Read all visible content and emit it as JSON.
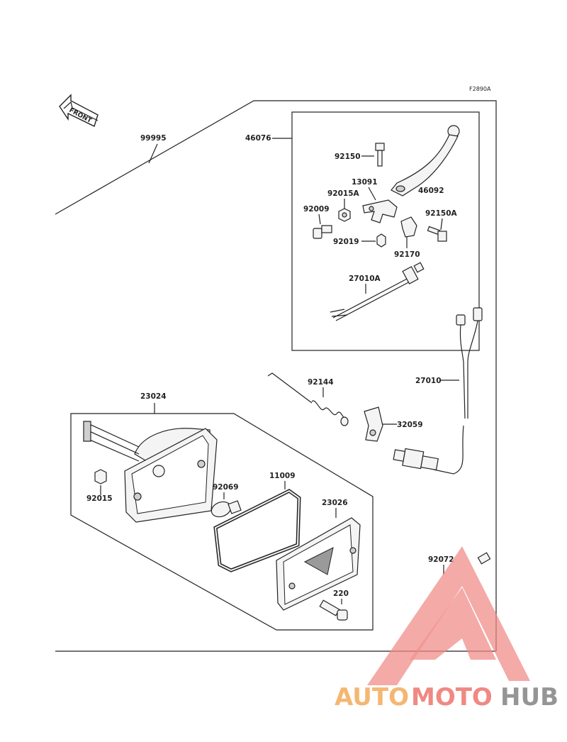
{
  "figure_code": "F2890A",
  "front_label": "FRONT",
  "parts": {
    "p99995": "99995",
    "p46076": "46076",
    "p92150": "92150",
    "p13091": "13091",
    "p92015A": "92015A",
    "p46092": "46092",
    "p92009": "92009",
    "p92150A": "92150A",
    "p92019": "92019",
    "p92170": "92170",
    "p27010A": "27010A",
    "p92144": "92144",
    "p27010": "27010",
    "p23024": "23024",
    "p32059": "32059",
    "p11009": "11009",
    "p92069": "92069",
    "p92015": "92015",
    "p23026": "23026",
    "p220": "220",
    "p92072": "92072"
  },
  "watermark": {
    "auto": "AUTO",
    "moto": "MOTO",
    "hub": "HUB",
    "colors": {
      "auto": "#f3b063",
      "moto": "#ee7d76",
      "hub": "#8a8a8a"
    }
  }
}
